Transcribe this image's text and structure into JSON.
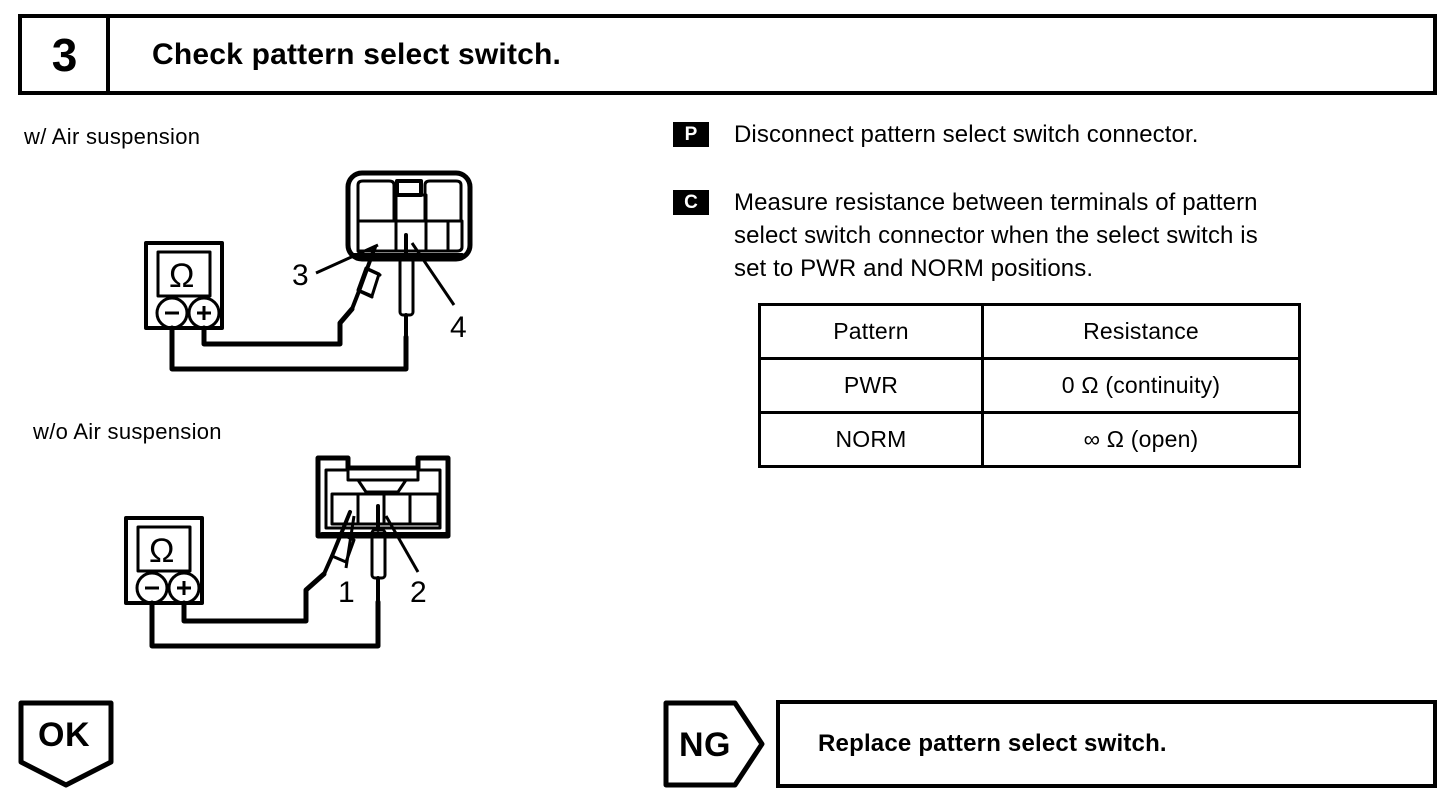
{
  "header": {
    "step_number": "3",
    "title": "Check pattern select switch."
  },
  "diagrams": [
    {
      "caption": "w/ Air suspension",
      "meter_symbol": "Ω",
      "terminal_minus": "−",
      "terminal_plus": "+",
      "terminal_labels": [
        "3",
        "4"
      ]
    },
    {
      "caption": "w/o Air suspension",
      "meter_symbol": "Ω",
      "terminal_minus": "−",
      "terminal_plus": "+",
      "terminal_labels": [
        "1",
        "2"
      ]
    }
  ],
  "instructions": [
    {
      "badge": "P",
      "text": "Disconnect pattern select switch connector."
    },
    {
      "badge": "C",
      "line1": "Measure resistance between terminals of pattern",
      "line2": "select switch connector when the select switch is",
      "line3": "set to PWR and NORM positions."
    }
  ],
  "table": {
    "headers": [
      "Pattern",
      "Resistance"
    ],
    "rows": [
      [
        "PWR",
        "0 Ω (continuity)"
      ],
      [
        "NORM",
        "∞ Ω (open)"
      ]
    ]
  },
  "footer": {
    "ok_label": "OK",
    "ng_label": "NG",
    "ng_result": "Replace pattern select switch."
  }
}
